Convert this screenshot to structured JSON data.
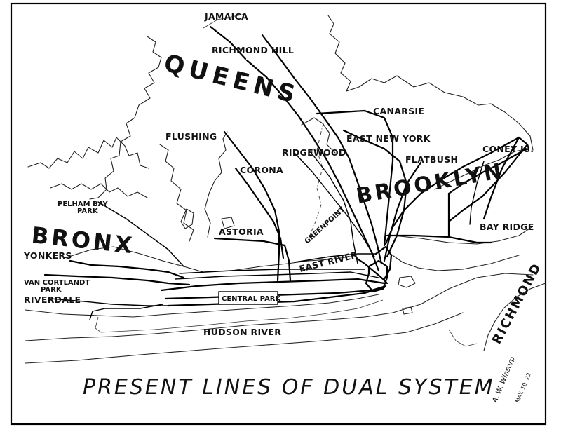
{
  "map": {
    "title": "PRESENT LINES OF DUAL SYSTEM",
    "signature": "A. W. Winsorp",
    "signature_date": "MAY. 10. 22",
    "boroughs": {
      "queens": "QUEENS",
      "brooklyn": "BROOKLYN",
      "bronx": "BRONX",
      "richmond": "RICHMOND"
    },
    "places": {
      "jamaica": "JAMAICA",
      "richmond_hill": "RICHMOND HILL",
      "canarsie": "CANARSIE",
      "east_new_york": "EAST NEW YORK",
      "flushing": "FLUSHING",
      "ridgewood": "RIDGEWOOD",
      "flatbush": "FLATBUSH",
      "coney_is": "CONEY IS.",
      "corona": "CORONA",
      "pelham_bay_park_1": "PELHAM BAY",
      "pelham_bay_park_2": "PARK",
      "astoria": "ASTORIA",
      "greenpoint": "GREENPOINT",
      "bay_ridge": "BAY RIDGE",
      "yonkers": "YONKERS",
      "van_cortlandt_1": "VAN CORTLANDT",
      "van_cortlandt_2": "PARK",
      "riverdale": "RIVERDALE",
      "central_park": "CENTRAL PARK",
      "east_river": "EAST RIVER",
      "hudson_river": "HUDSON RIVER"
    }
  }
}
